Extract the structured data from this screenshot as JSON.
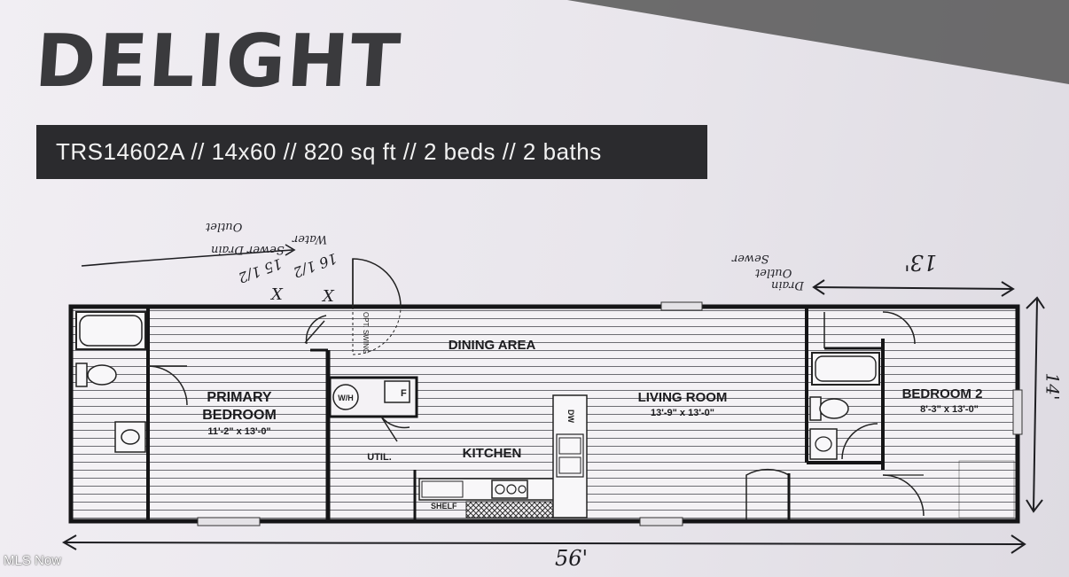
{
  "title": "DELIGHT",
  "spec_line": "TRS14602A // 14x60 // 820 sq ft // 2 beds // 2 baths",
  "watermark": "MLS Now",
  "rooms": {
    "primary_bedroom": {
      "name_line1": "PRIMARY",
      "name_line2": "BEDROOM",
      "size": "11'-2\" x 13'-0\""
    },
    "dining_area": {
      "name": "DINING AREA"
    },
    "living_room": {
      "name": "LIVING ROOM",
      "size": "13'-9\" x 13'-0\""
    },
    "kitchen": {
      "name": "KITCHEN"
    },
    "utility": {
      "name": "UTIL."
    },
    "bedroom_2": {
      "name": "BEDROOM 2",
      "size": "8'-3\" x 13'-0\""
    }
  },
  "fixtures": {
    "water_heater": "W/H",
    "furnace": "F",
    "dishwasher": "DW",
    "shelf": "SHELF",
    "door_note": "OPT. SWING"
  },
  "handwritten": {
    "overall_length": "56'",
    "overall_width": "14'",
    "right_offset": "13'",
    "water_offset": "16 1/2",
    "sewer_offset": "15 1/2",
    "note_water": "Water",
    "note_sewer_drain": "Sewer Drain",
    "note_outlet_left": "Outlet",
    "note_sewer_right": "Sewer",
    "note_outlet_right": "Outlet",
    "note_drain_right": "Drain",
    "mark": "X"
  }
}
